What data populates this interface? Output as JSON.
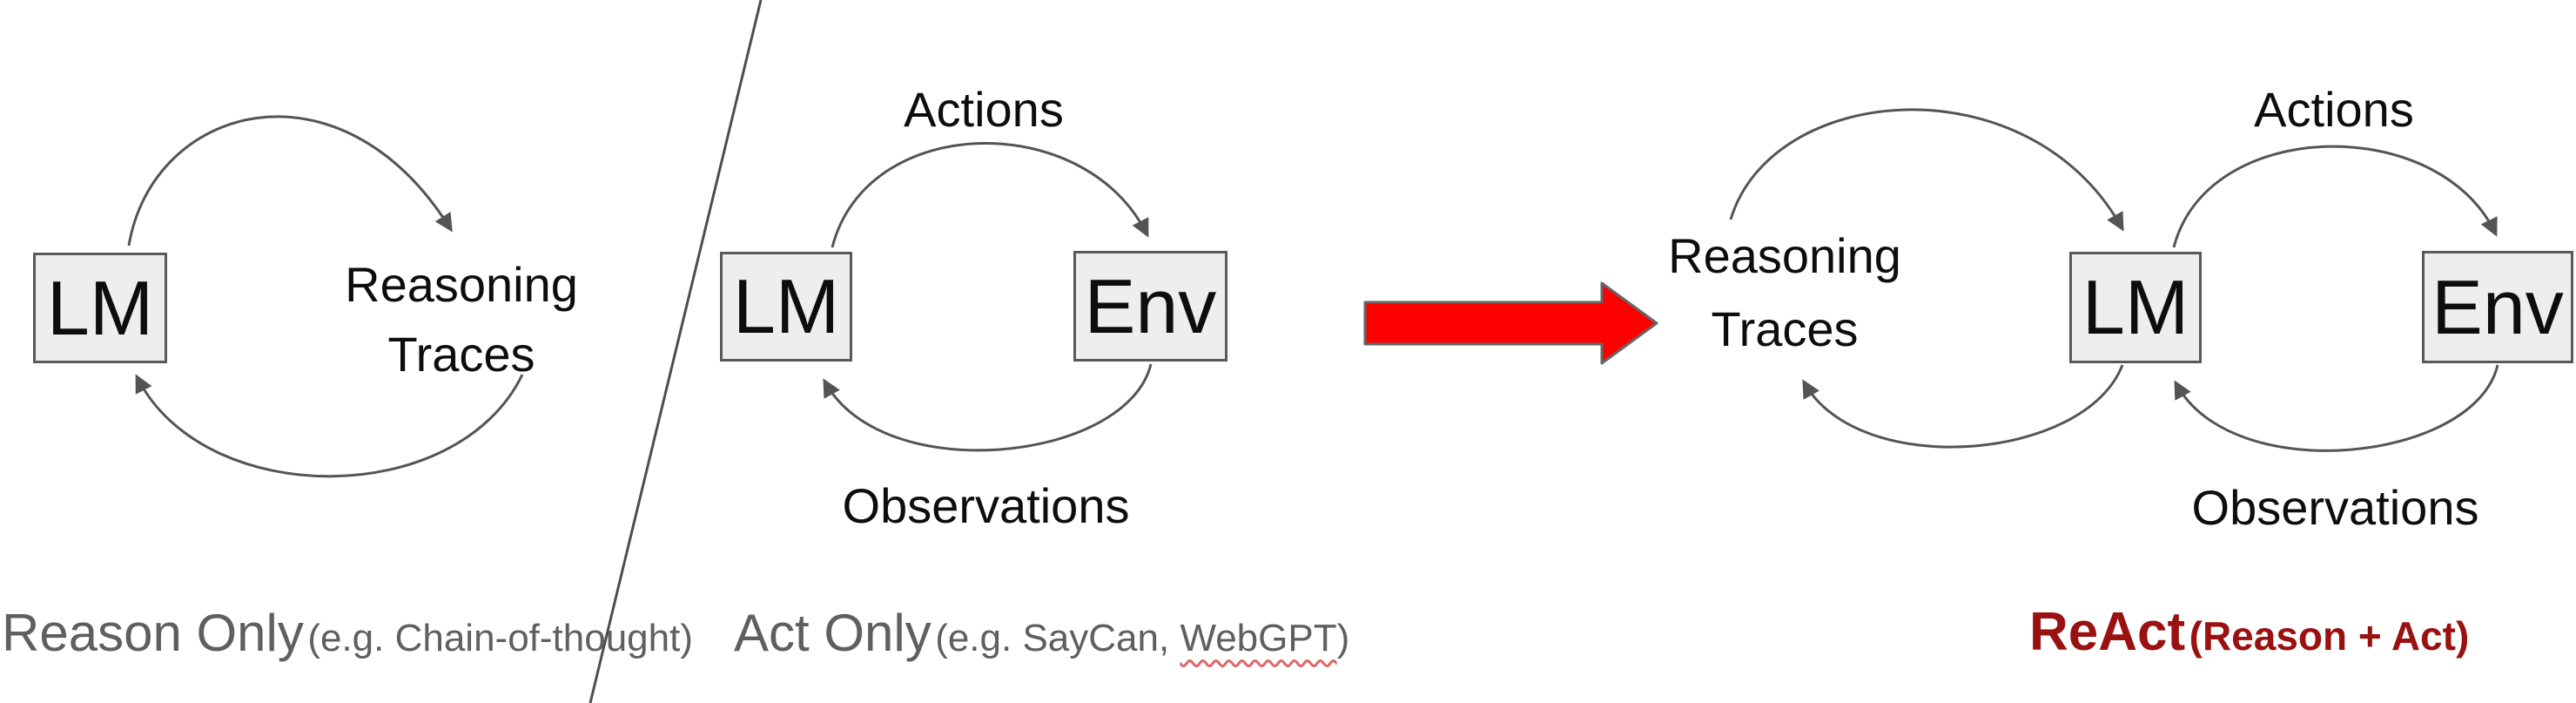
{
  "colors": {
    "box_fill": "#eeeeee",
    "box_border": "#595959",
    "arc_stroke": "#545454",
    "text_black": "#0d0d0d",
    "caption_gray": "#5f5f5f",
    "react_maroon": "#9a1111",
    "big_arrow_red": "#ff0000",
    "big_arrow_border": "#666666",
    "squiggle_red": "#e06666",
    "divider_gray": "#4d4d4d",
    "canvas_bg": "#ffffff"
  },
  "left_panel": {
    "node_lm": "LM",
    "loop_label": {
      "line1": "Reasoning",
      "line2": "Traces"
    },
    "caption": {
      "main": "Reason Only",
      "detail": "(e.g. Chain-of-thought)"
    }
  },
  "middle_panel": {
    "top_label": "Actions",
    "node_lm": "LM",
    "node_env": "Env",
    "bottom_label": "Observations",
    "caption": {
      "main": "Act Only",
      "detail_prefix": "(e.g. SayCan, ",
      "detail_misspelled": "WebGPT",
      "detail_suffix": ")"
    }
  },
  "right_panel": {
    "loop_label": {
      "line1": "Reasoning",
      "line2": "Traces"
    },
    "top_label": "Actions",
    "node_lm": "LM",
    "node_env": "Env",
    "bottom_label": "Observations",
    "caption": {
      "main": "ReAct",
      "detail": "(Reason + Act)"
    }
  }
}
